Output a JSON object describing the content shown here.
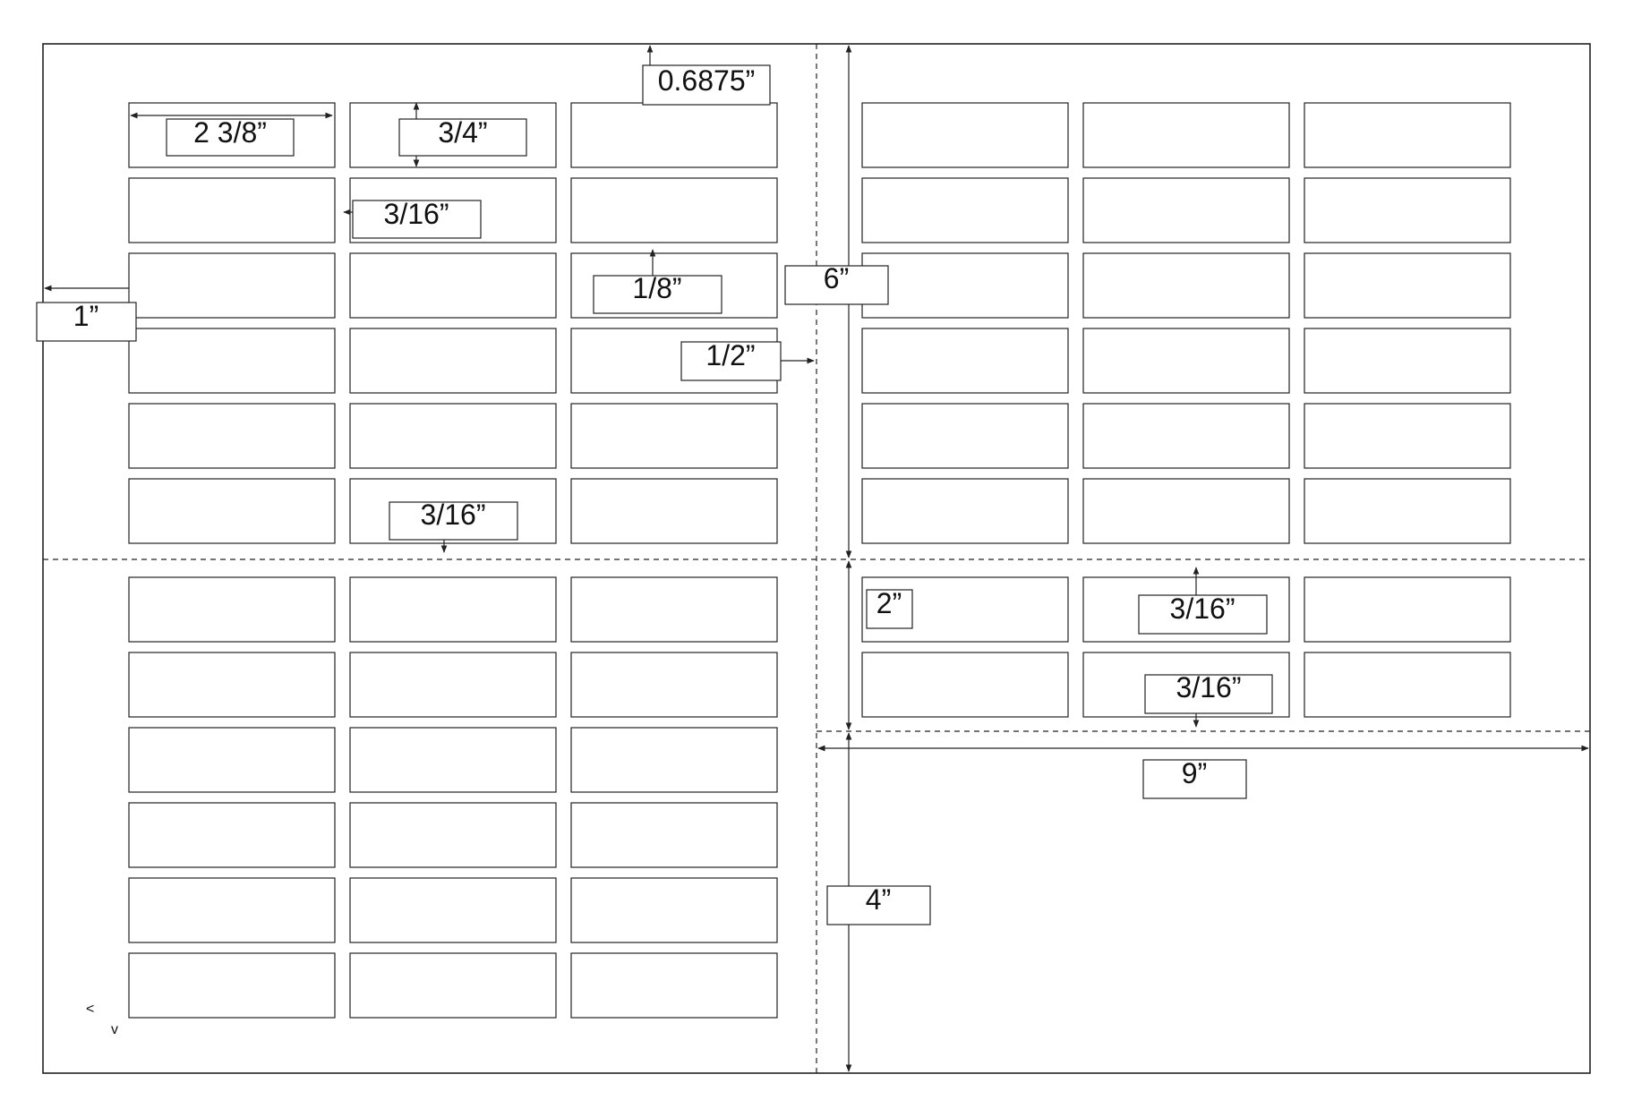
{
  "diagram": {
    "type": "label-sheet-dimension-drawing",
    "line_color": "#222222",
    "background": "#ffffff",
    "dimensions": {
      "top_margin": "0.6875”",
      "label_width": "2 3/8”",
      "label_height": "3/4”",
      "horizontal_gap": "3/16”",
      "vertical_gap": "1/8”",
      "left_margin": "1”",
      "section_height": "6”",
      "center_gap": "1/2”",
      "bottom_gap": "3/16”",
      "right_row_height": "2”",
      "right_gap_top": "3/16”",
      "right_gap_bottom": "3/16”",
      "stub_width": "9”",
      "stub_height": "4”"
    },
    "sections": {
      "top_left": {
        "columns": 3,
        "rows": 6
      },
      "top_right": {
        "columns": 3,
        "rows": 6
      },
      "bottom_left": {
        "columns": 3,
        "rows": 6
      },
      "bottom_right": {
        "columns": 3,
        "rows": 2
      }
    },
    "corner_marks": [
      "<",
      "v"
    ]
  }
}
